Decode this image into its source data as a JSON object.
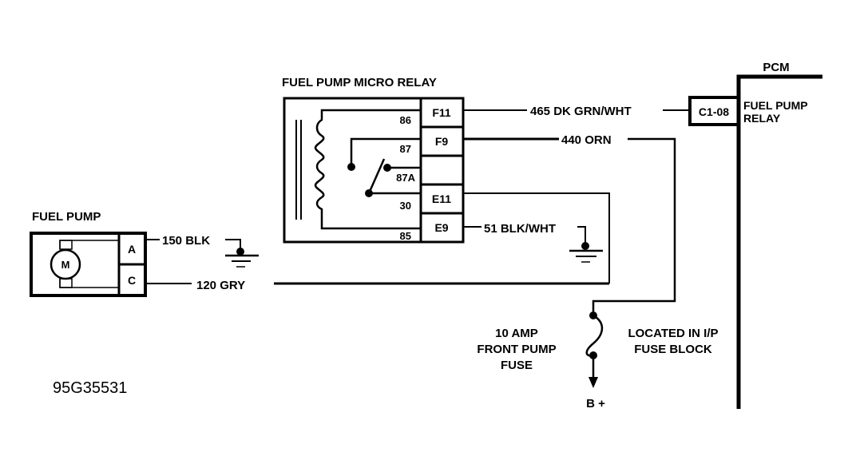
{
  "diagram": {
    "figure_code": "95G35531",
    "relay": {
      "title": "FUEL PUMP MICRO RELAY",
      "terminals": [
        {
          "pin": "86",
          "connector": "F11"
        },
        {
          "pin": "87",
          "connector": "F9"
        },
        {
          "pin": "87A",
          "connector": ""
        },
        {
          "pin": "30",
          "connector": "E11"
        },
        {
          "pin": "85",
          "connector": "E9"
        }
      ]
    },
    "fuel_pump": {
      "title": "FUEL PUMP",
      "motor_label": "M",
      "terminals": [
        "A",
        "C"
      ]
    },
    "pcm": {
      "title": "PCM",
      "connector": "C1-08",
      "circuit_label_line1": "FUEL PUMP",
      "circuit_label_line2": "RELAY"
    },
    "wires": {
      "w465": "465 DK GRN/WHT",
      "w440": "440 ORN",
      "w51": "51 BLK/WHT",
      "w150": "150 BLK",
      "w120": "120 GRY"
    },
    "fuse": {
      "label_line1": "10 AMP",
      "label_line2": "FRONT PUMP",
      "label_line3": "FUSE",
      "location_line1": "LOCATED IN I/P",
      "location_line2": "FUSE BLOCK",
      "supply": "B +"
    }
  }
}
